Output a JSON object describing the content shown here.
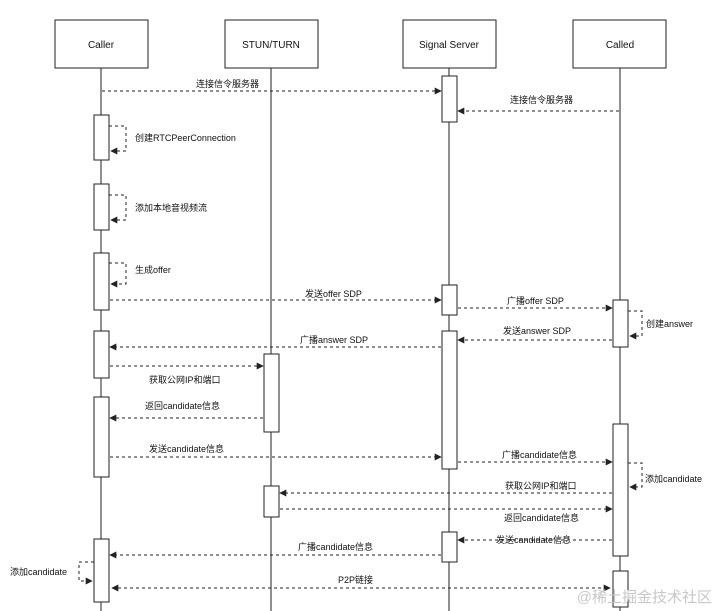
{
  "participants": [
    {
      "id": "caller",
      "label": "Caller"
    },
    {
      "id": "stun",
      "label": "STUN/TURN"
    },
    {
      "id": "signal",
      "label": "Signal Server"
    },
    {
      "id": "called",
      "label": "Called"
    }
  ],
  "messages": [
    {
      "label": "连接信令服务器"
    },
    {
      "label": "连接信令服务器"
    },
    {
      "label": "创建RTCPeerConnection"
    },
    {
      "label": "添加本地音视频流"
    },
    {
      "label": "生成offer"
    },
    {
      "label": "发送offer SDP"
    },
    {
      "label": "广播offer SDP"
    },
    {
      "label": "创建answer"
    },
    {
      "label": "发送answer SDP"
    },
    {
      "label": "广播answer SDP"
    },
    {
      "label": "获取公网IP和端口"
    },
    {
      "label": "返回candidate信息"
    },
    {
      "label": "发送candidate信息"
    },
    {
      "label": "广播candidate信息"
    },
    {
      "label": "添加candidate"
    },
    {
      "label": "获取公网IP和端口"
    },
    {
      "label": "返回candidate信息"
    },
    {
      "label": "发送candidate信息"
    },
    {
      "label": "广播candidate信息"
    },
    {
      "label": "添加candidate"
    },
    {
      "label": "P2P链接"
    }
  ],
  "watermark": "@稀土掘金技术社区"
}
